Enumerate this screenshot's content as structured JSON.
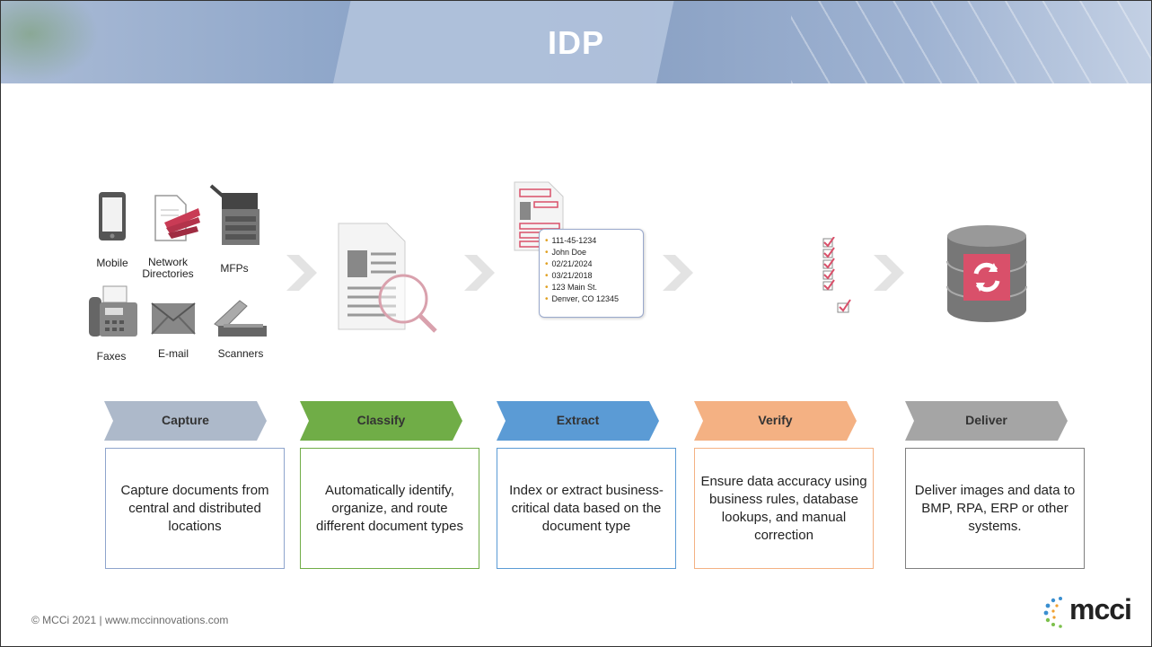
{
  "header": {
    "title": "IDP"
  },
  "sources": {
    "mobile": "Mobile",
    "network": "Network\nDirectories",
    "mfps": "MFPs",
    "faxes": "Faxes",
    "email": "E-mail",
    "scanners": "Scanners"
  },
  "extract_callout": [
    "111-45-1234",
    "John Doe",
    "02/21/2024",
    "03/21/2018",
    "123 Main St.",
    "Denver, CO 12345"
  ],
  "steps": [
    {
      "label": "Capture",
      "color": "#adb9ca",
      "border": "#8ea4cc",
      "desc": "Capture documents from central and distributed locations"
    },
    {
      "label": "Classify",
      "color": "#70ad47",
      "border": "#70ad47",
      "desc": "Automatically identify, organize, and route different document types"
    },
    {
      "label": "Extract",
      "color": "#5b9bd5",
      "border": "#5b9bd5",
      "desc": "Index or extract business-critical data based on the document type"
    },
    {
      "label": "Verify",
      "color": "#f4b183",
      "border": "#f4b183",
      "desc": "Ensure data accuracy using business rules, database lookups, and manual correction"
    },
    {
      "label": "Deliver",
      "color": "#a5a5a5",
      "border": "#7f7f7f",
      "desc": "Deliver images and data to BMP, RPA, ERP or other systems."
    }
  ],
  "footer": {
    "text": "© MCCi 2021 | www.mccinnovations.com"
  },
  "logo": {
    "text": "mcci"
  },
  "colors": {
    "accent_red": "#d9506a",
    "chevron_gray": "#e3e3e3"
  }
}
